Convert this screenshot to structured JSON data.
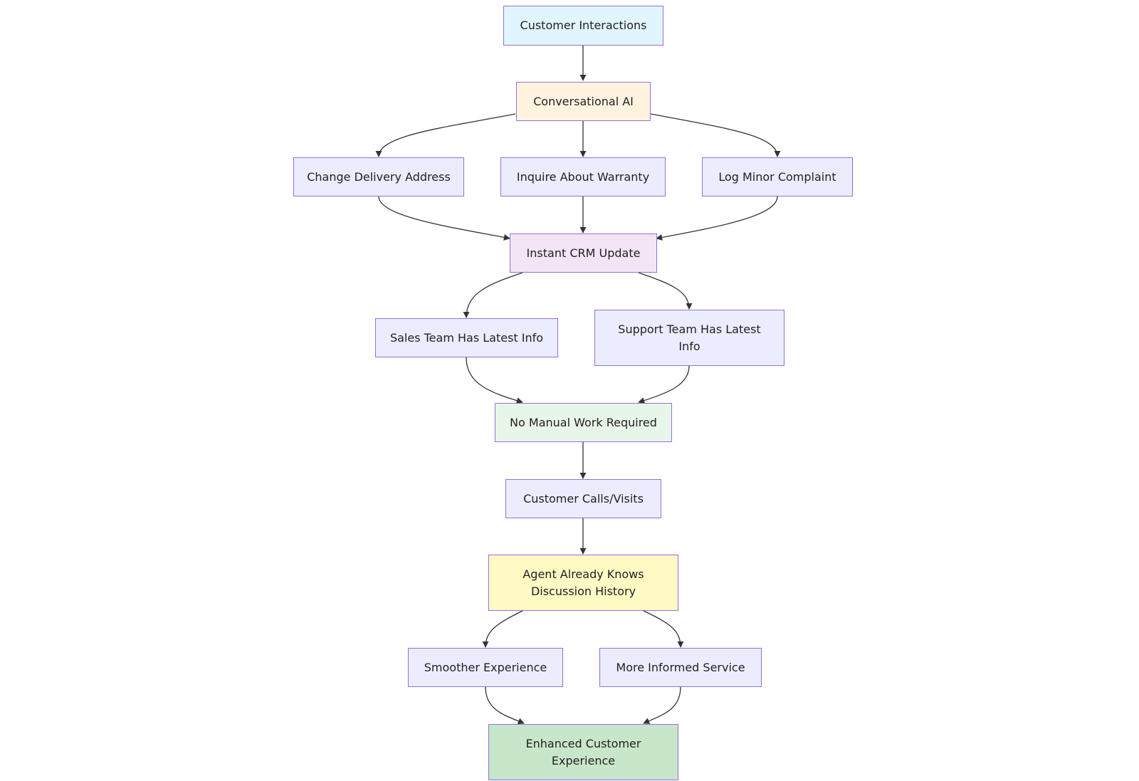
{
  "colors": {
    "default_fill": "#ececff",
    "border": "#9370db",
    "edge": "#333333",
    "start_fill": "#e1f5fe",
    "ai_fill": "#fff3e0",
    "crm_fill": "#f3e5f5",
    "nomanual_fill": "#e8f5e9",
    "agent_fill": "#fff9c4",
    "end_fill": "#c8e6c9"
  },
  "nodes": {
    "customer_interactions": {
      "label": "Customer Interactions"
    },
    "conversational_ai": {
      "label": "Conversational AI"
    },
    "change_delivery_address": {
      "label": "Change Delivery Address"
    },
    "inquire_about_warranty": {
      "label": "Inquire About Warranty"
    },
    "log_minor_complaint": {
      "label": "Log Minor Complaint"
    },
    "instant_crm_update": {
      "label": "Instant CRM Update"
    },
    "sales_team": {
      "label": "Sales Team Has Latest Info"
    },
    "support_team": {
      "line1": "Support Team Has Latest",
      "line2": "Info"
    },
    "no_manual_work": {
      "label": "No Manual Work Required"
    },
    "customer_calls": {
      "label": "Customer Calls/Visits"
    },
    "agent_knows": {
      "line1": "Agent Already Knows",
      "line2": "Discussion History"
    },
    "smoother_experience": {
      "label": "Smoother Experience"
    },
    "more_informed_service": {
      "label": "More Informed Service"
    },
    "enhanced_experience": {
      "line1": "Enhanced Customer",
      "line2": "Experience"
    }
  }
}
